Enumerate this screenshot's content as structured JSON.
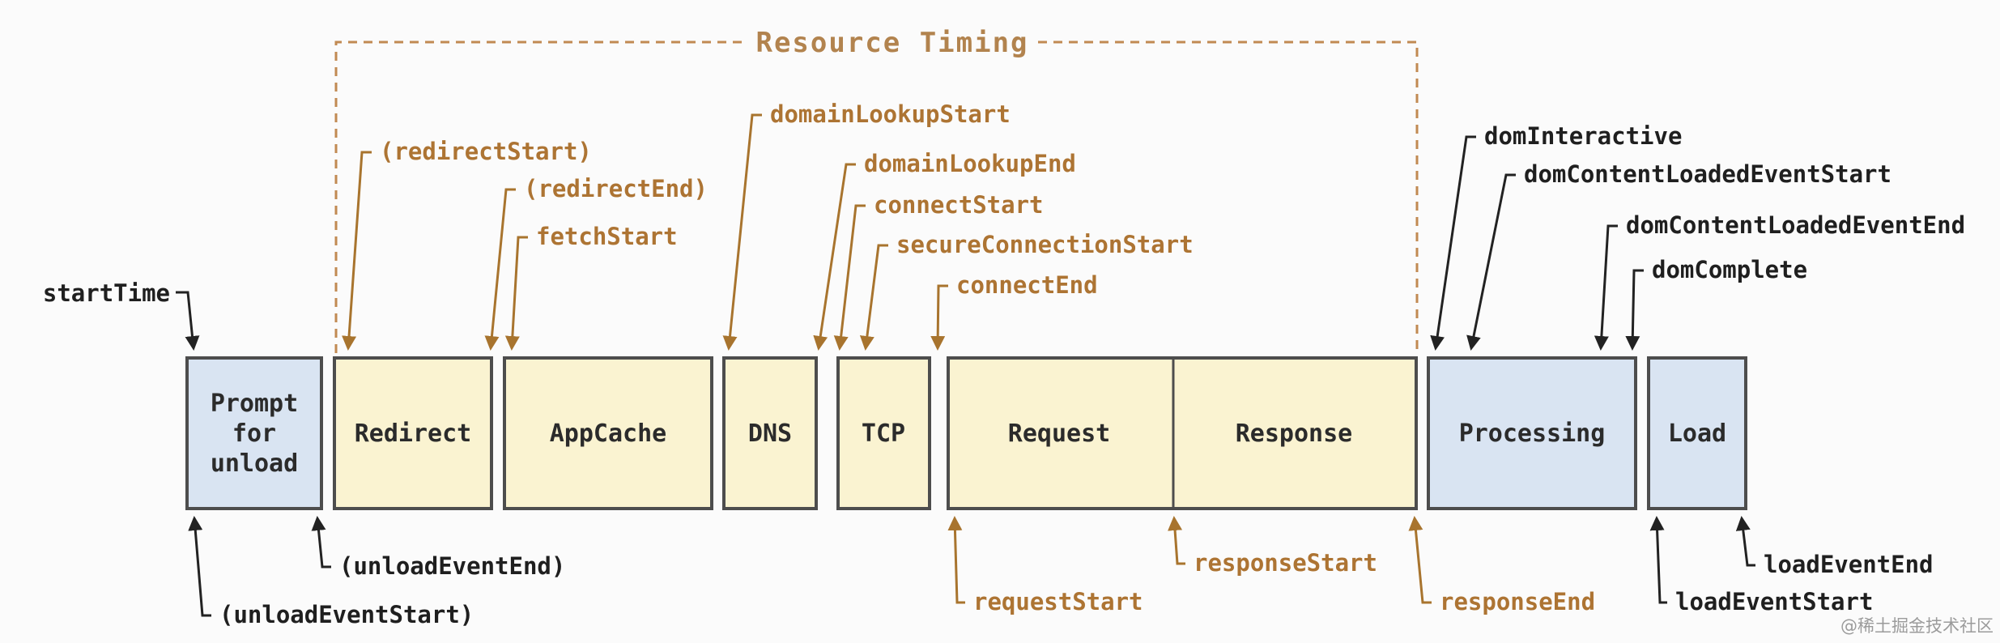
{
  "title": "Resource Timing",
  "watermark": "@稀土掘金技术社区",
  "colors": {
    "accent_orange_text": "#ad7433",
    "accent_orange_line": "#a8742e",
    "bracket_dash": "#c18a52",
    "black_text": "#1f1f1f",
    "box_yellow_fill": "#faf3d1",
    "box_blue_fill": "#d9e4f2",
    "box_border": "#4d4d4d",
    "background": "#fbfbfb",
    "watermark_gray": "#9b9b9b"
  },
  "boxes": {
    "prompt": {
      "line1": "Prompt",
      "line2": "for",
      "line3": "unload"
    },
    "redirect": "Redirect",
    "appcache": "AppCache",
    "dns": "DNS",
    "tcp": "TCP",
    "request": "Request",
    "response": "Response",
    "processing": "Processing",
    "load": "Load"
  },
  "events": {
    "start_time": "startTime",
    "redirect_start": "(redirectStart)",
    "redirect_end": "(redirectEnd)",
    "fetch_start": "fetchStart",
    "domain_lookup_start": "domainLookupStart",
    "domain_lookup_end": "domainLookupEnd",
    "connect_start": "connectStart",
    "secure_connection_start": "secureConnectionStart",
    "connect_end": "connectEnd",
    "dom_interactive": "domInteractive",
    "dom_content_loaded_event_start": "domContentLoadedEventStart",
    "dom_content_loaded_event_end": "domContentLoadedEventEnd",
    "dom_complete": "domComplete",
    "unload_event_start": "(unloadEventStart)",
    "unload_event_end": "(unloadEventEnd)",
    "request_start": "requestStart",
    "response_start": "responseStart",
    "response_end": "responseEnd",
    "load_event_start": "loadEventStart",
    "load_event_end": "loadEventEnd"
  }
}
